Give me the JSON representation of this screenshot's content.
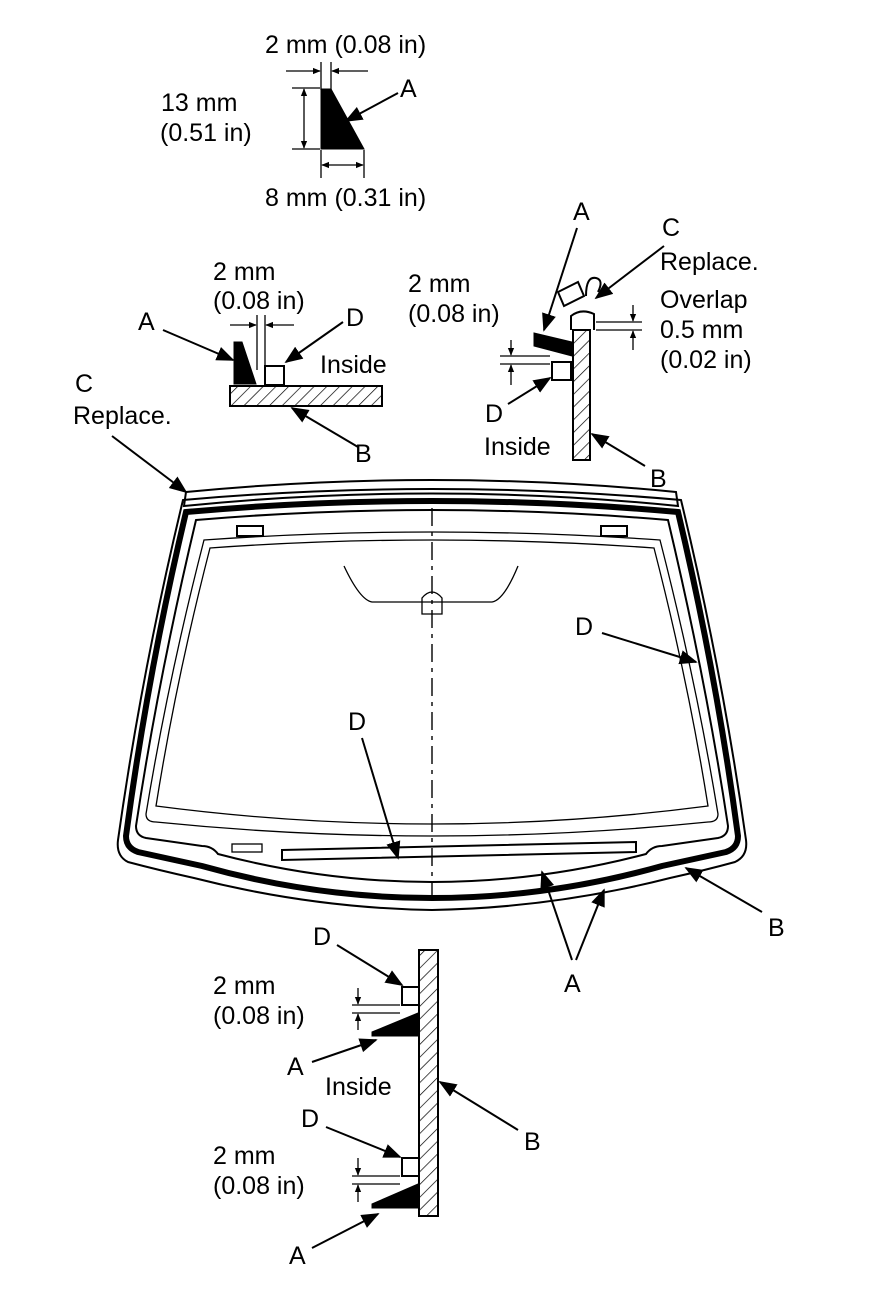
{
  "profile": {
    "top_width": "2 mm (0.08 in)",
    "height_mm": "13 mm",
    "height_in": "(0.51 in)",
    "bottom_width": "8 mm (0.31 in)",
    "label": "A"
  },
  "detail_left": {
    "dim_mm": "2 mm",
    "dim_in": "(0.08 in)",
    "label_a": "A",
    "label_d": "D",
    "label_b": "B",
    "inside": "Inside"
  },
  "detail_right": {
    "label_a": "A",
    "label_c": "C",
    "replace": "Replace.",
    "dim_mm": "2 mm",
    "dim_in": "(0.08 in)",
    "overlap": "Overlap",
    "overlap_mm": "0.5 mm",
    "overlap_in": "(0.02 in)",
    "label_d": "D",
    "inside": "Inside",
    "label_b": "B"
  },
  "windshield": {
    "label_c": "C",
    "replace": "Replace.",
    "label_d_right": "D",
    "label_d_center": "D",
    "label_a": "A",
    "label_b": "B"
  },
  "detail_bottom": {
    "label_d1": "D",
    "dim1_mm": "2 mm",
    "dim1_in": "(0.08 in)",
    "label_a1": "A",
    "inside": "Inside",
    "label_b": "B",
    "label_d2": "D",
    "dim2_mm": "2 mm",
    "dim2_in": "(0.08 in)",
    "label_a2": "A"
  }
}
